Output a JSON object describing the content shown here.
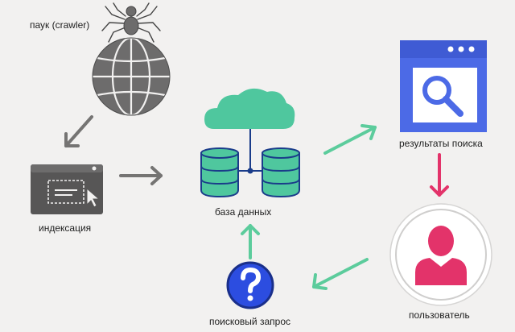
{
  "labels": {
    "crawler": "паук (crawler)",
    "indexing": "индексация",
    "database": "база данных",
    "search_results": "результаты поиска",
    "user": "пользователь",
    "search_query": "поисковый запрос"
  },
  "icons": {
    "crawler": "spider-on-globe-icon",
    "indexing": "browser-window-cursor-icon",
    "database": "cloud-database-icon",
    "search_results": "browser-search-icon",
    "user": "user-avatar-icon",
    "search_query": "question-mark-icon"
  },
  "colors": {
    "background": "#f2f1f0",
    "gray": "#6d6c6c",
    "dark_gray": "#575656",
    "teal": "#4fc79e",
    "blue": "#4c6ae6",
    "pink": "#e3336a",
    "navy": "#1a2f8a",
    "question_blue": "#2c4de0",
    "db_outline": "#1a3c8a",
    "arrow_gray": "#757473",
    "arrow_green": "#5ccc9c",
    "arrow_pink": "#e3336a"
  }
}
